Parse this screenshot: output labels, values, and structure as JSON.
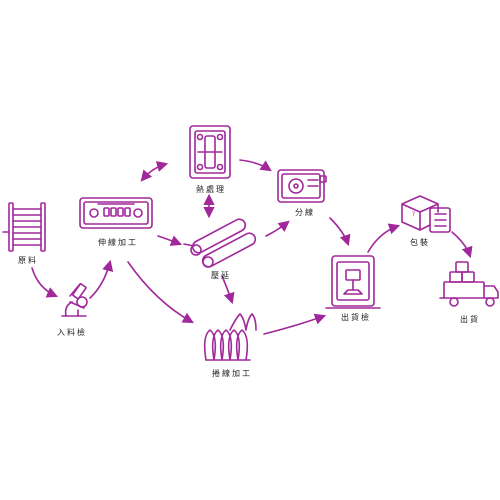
{
  "colors": {
    "accent": "#a0289a",
    "text": "#222222"
  },
  "nodes": {
    "raw_material": {
      "label": "原料",
      "icon": "wire-spool-icon"
    },
    "incoming_inspection": {
      "label": "入料檢",
      "icon": "microscope-icon"
    },
    "drawing": {
      "label": "伸線加工",
      "icon": "wire-drawing-machine-icon"
    },
    "heat_treatment": {
      "label": "熱處理",
      "icon": "furnace-icon"
    },
    "rolling": {
      "label": "壓延",
      "icon": "rollers-icon"
    },
    "slitting": {
      "label": "分線",
      "icon": "slitting-machine-icon"
    },
    "coiling": {
      "label": "捲線加工",
      "icon": "coil-spring-icon"
    },
    "outgoing_inspection": {
      "label": "出貨檢",
      "icon": "testing-machine-icon"
    },
    "packing": {
      "label": "包裝",
      "icon": "package-checklist-icon"
    },
    "shipping": {
      "label": "出貨",
      "icon": "delivery-truck-icon"
    }
  }
}
